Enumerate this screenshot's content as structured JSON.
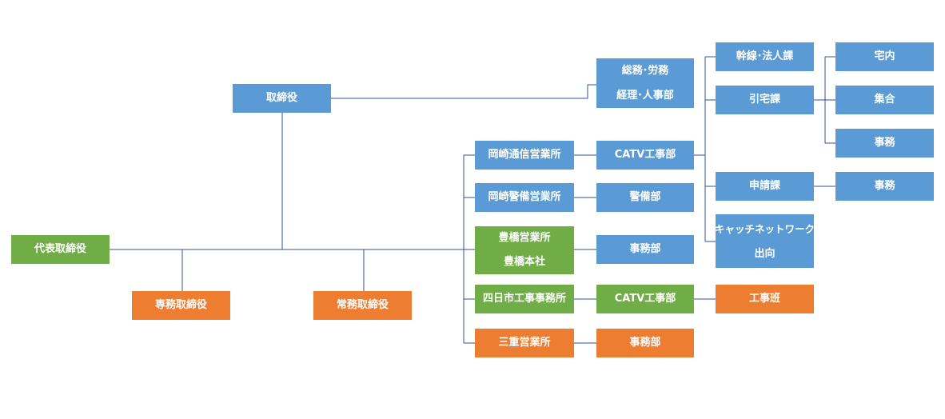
{
  "colors": {
    "blue": "#5b9bd5",
    "green": "#70ad47",
    "orange": "#ed7d31",
    "line": "#2f5597"
  },
  "nodes": {
    "ceo": "代表取締役",
    "director": "取締役",
    "senior_managing": "専務取締役",
    "managing": "常務取締役",
    "admin_line1": "総務･労務",
    "admin_line2": "経理･人事部",
    "okazaki_comm": "岡崎通信営業所",
    "okazaki_security": "岡崎警備営業所",
    "toyohashi_line1": "豊橋営業所",
    "toyohashi_line2": "豊橋本社",
    "yokkaichi": "四日市工事事務所",
    "mie": "三重営業所",
    "catv1": "CATV工事部",
    "security_dept": "警備部",
    "office_dept1": "事務部",
    "catv2": "CATV工事部",
    "office_dept2": "事務部",
    "trunk": "幹線･法人課",
    "drop": "引宅課",
    "application": "申請課",
    "catch_line1": "キャッチネットワーク",
    "catch_line2": "出向",
    "construction_team": "工事班",
    "residential": "宅内",
    "collective": "集合",
    "clerical1": "事務",
    "clerical2": "事務"
  }
}
